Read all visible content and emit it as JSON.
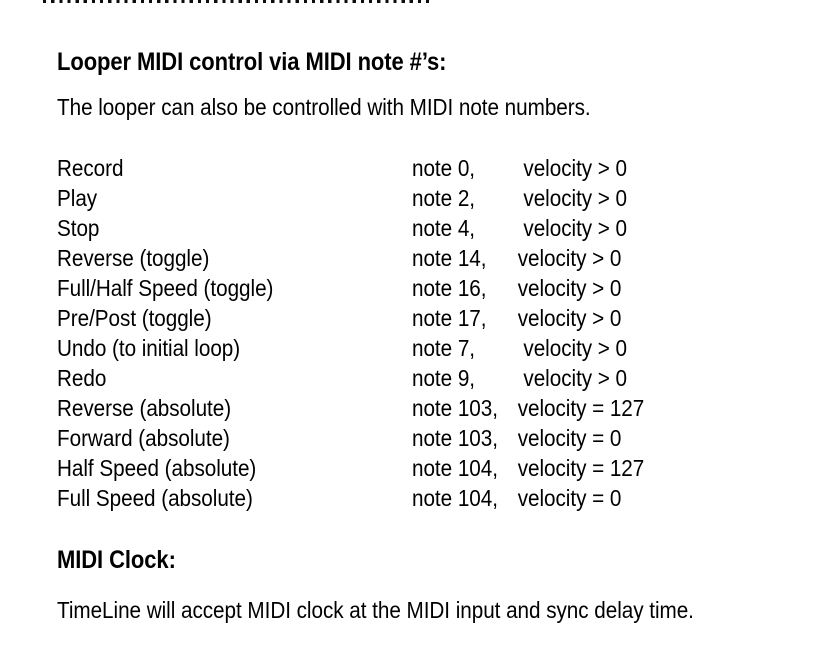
{
  "divider": {
    "style": "dotted-rule",
    "color": "#0d0d0d"
  },
  "sections": [
    {
      "id": "looper",
      "heading": "Looper MIDI control via MIDI note #’s:",
      "intro": "The looper can also be controlled with MIDI note numbers."
    },
    {
      "id": "clock",
      "heading": "MIDI Clock:",
      "intro": "TimeLine will accept MIDI clock at the MIDI input and sync delay time."
    }
  ],
  "note_table": {
    "rows": [
      {
        "action": "Record",
        "note": "note 0,",
        "velocity": "  velocity > 0"
      },
      {
        "action": "Play",
        "note": "note 2,",
        "velocity": "  velocity > 0"
      },
      {
        "action": "Stop",
        "note": "note 4,",
        "velocity": "  velocity > 0"
      },
      {
        "action": "Reverse (toggle)",
        "note": "note 14,",
        "velocity": " velocity > 0"
      },
      {
        "action": "Full/Half Speed (toggle)",
        "note": "note 16,",
        "velocity": " velocity > 0"
      },
      {
        "action": "Pre/Post (toggle)",
        "note": "note 17,",
        "velocity": " velocity > 0"
      },
      {
        "action": "Undo (to initial loop)",
        "note": "note 7,",
        "velocity": "  velocity > 0"
      },
      {
        "action": "Redo",
        "note": "note 9,",
        "velocity": "  velocity > 0"
      },
      {
        "action": "Reverse (absolute)",
        "note": "note 103,",
        "velocity": " velocity = 127"
      },
      {
        "action": "Forward (absolute)",
        "note": "note 103,",
        "velocity": " velocity = 0"
      },
      {
        "action": "Half Speed (absolute)",
        "note": "note 104,",
        "velocity": " velocity = 127"
      },
      {
        "action": "Full Speed (absolute)",
        "note": "note 104,",
        "velocity": " velocity = 0"
      }
    ]
  }
}
